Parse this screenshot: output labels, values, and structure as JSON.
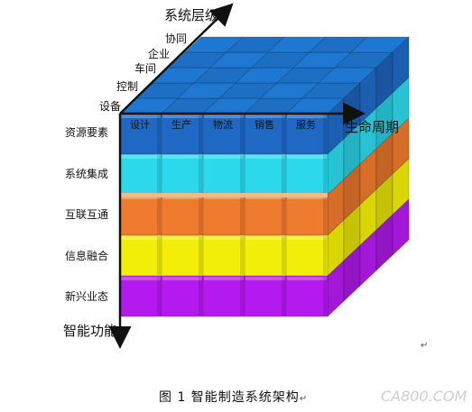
{
  "axes": {
    "system_level": "系统层级",
    "life_cycle": "生命周期",
    "intelligent_function": "智能功能"
  },
  "system_levels": [
    "设备",
    "控制",
    "车间",
    "企业",
    "协同"
  ],
  "life_cycle_stages": [
    "设计",
    "生产",
    "物流",
    "销售",
    "服务"
  ],
  "intelligent_functions": [
    "资源要素",
    "系统集成",
    "互联互通",
    "信息融合",
    "新兴业态"
  ],
  "layer_colors": {
    "top": "#1C6FC2",
    "resource_elements": "#1F68C4",
    "system_integration": "#2CD8EC",
    "interconnection": "#EE7A2E",
    "information_fusion": "#F2EE07",
    "new_business": "#B419F0",
    "separator_light": "#F2B88A"
  },
  "caption": "图 1 智能制造系统架构",
  "paragraph_mark": "↵",
  "watermark": "CA800.COM"
}
